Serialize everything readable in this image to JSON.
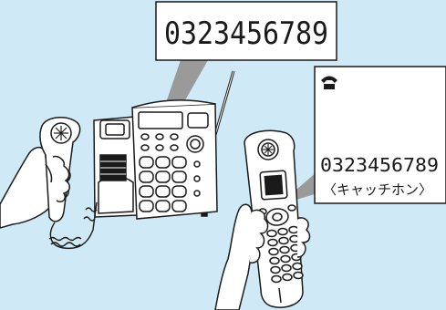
{
  "base_display": {
    "number": "0323456789"
  },
  "handset_display": {
    "icon": "handset-ring-icon",
    "number": "0323456789",
    "label": "〈キャッチホン〉"
  },
  "colors": {
    "background": "#cfeaf6",
    "callout": "#9a9a9a",
    "line": "#1a1a1a",
    "white": "#ffffff"
  }
}
